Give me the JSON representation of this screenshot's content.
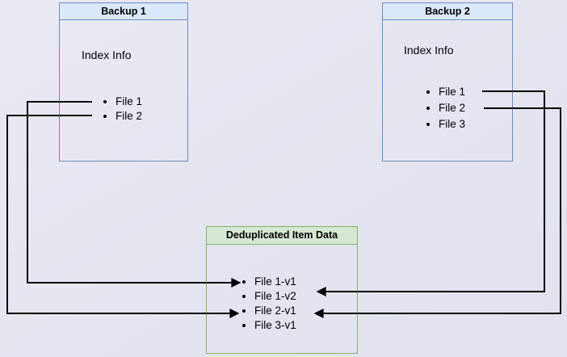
{
  "backup1": {
    "title": "Backup 1",
    "subtitle": "Index Info",
    "items": [
      "File 1",
      "File 2"
    ]
  },
  "backup2": {
    "title": "Backup 2",
    "subtitle": "Index Info",
    "items": [
      "File 1",
      "File 2",
      "File 3"
    ]
  },
  "dedup": {
    "title": "Deduplicated Item Data",
    "items": [
      "File 1-v1",
      "File 1-v2",
      "File 2-v1",
      "File 3-v1"
    ]
  },
  "connections": [
    {
      "from": "Backup 1 / File 1",
      "to": "File 1-v1"
    },
    {
      "from": "Backup 1 / File 2",
      "to": "File 2-v1"
    },
    {
      "from": "Backup 2 / File 1",
      "to": "File 1-v2"
    },
    {
      "from": "Backup 2 / File 2",
      "to": "File 2-v1"
    }
  ],
  "colors": {
    "background": "#e4e5f0",
    "box_blue_fill": "#dae8fc",
    "box_blue_border": "#6c8ebf",
    "box_green_fill": "#d5e8d4",
    "box_green_border": "#82b366",
    "connector": "#000000",
    "text": "#000000"
  }
}
